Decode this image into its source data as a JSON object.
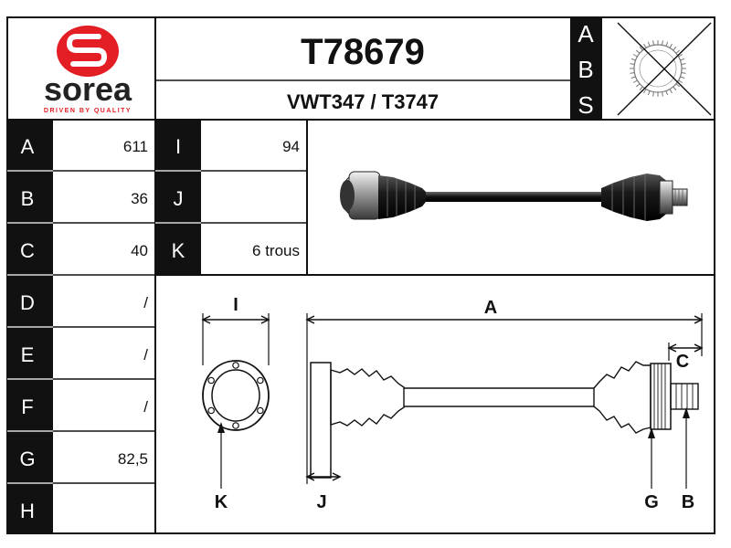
{
  "brand": {
    "logo_letter": "S",
    "name": "sorea",
    "tagline": "DRIVEN BY QUALITY",
    "red": "#e31e24"
  },
  "part": {
    "number": "T78679",
    "refs": "VWT347 / T3747"
  },
  "abs": {
    "letters": [
      "A",
      "B",
      "S"
    ],
    "icon": "abs-ring-crossed-icon",
    "present": false
  },
  "specs": [
    {
      "label": "A",
      "value": "611"
    },
    {
      "label": "B",
      "value": "36"
    },
    {
      "label": "C",
      "value": "40"
    },
    {
      "label": "D",
      "value": "/"
    },
    {
      "label": "E",
      "value": "/"
    },
    {
      "label": "F",
      "value": "/"
    },
    {
      "label": "G",
      "value": "82,5"
    },
    {
      "label": "H",
      "value": ""
    }
  ],
  "specs2": [
    {
      "label": "I",
      "value": "94"
    },
    {
      "label": "J",
      "value": ""
    },
    {
      "label": "K",
      "value": "6 trous"
    }
  ],
  "diagram": {
    "label_I": "I",
    "label_K": "K",
    "label_J": "J",
    "label_A": "A",
    "label_C": "C",
    "label_G": "G",
    "label_B": "B"
  }
}
